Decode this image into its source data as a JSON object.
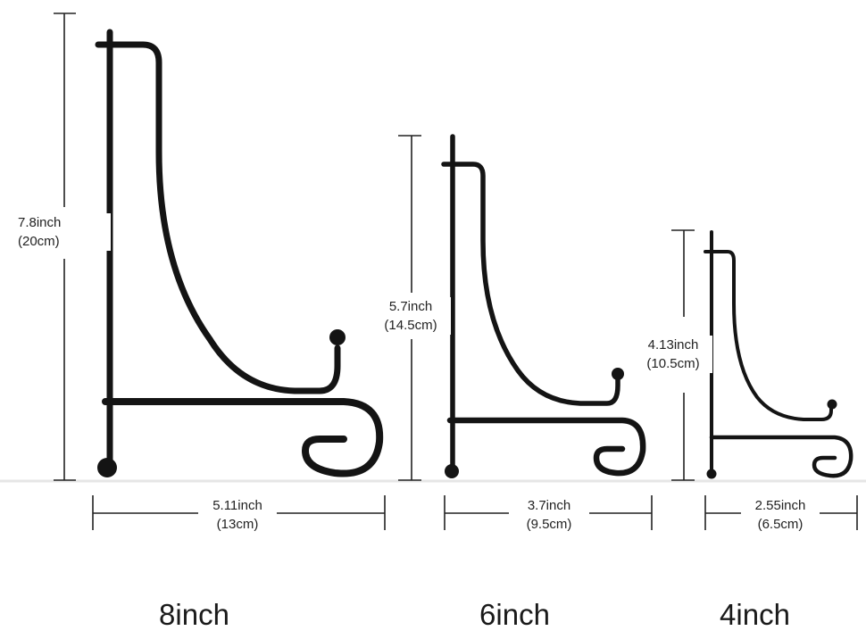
{
  "image": {
    "description": "Three black metal plate display stands in different sizes with dimension callouts",
    "background_color": "#ffffff",
    "stand_color": "#141414",
    "dimension_line_color": "#222222"
  },
  "stands": [
    {
      "size_label": "8inch",
      "height": {
        "inch": "7.8inch",
        "cm": "(20cm)"
      },
      "width": {
        "inch": "5.11inch",
        "cm": "(13cm)"
      }
    },
    {
      "size_label": "6inch",
      "height": {
        "inch": "5.7inch",
        "cm": "(14.5cm)"
      },
      "width": {
        "inch": "3.7inch",
        "cm": "(9.5cm)"
      }
    },
    {
      "size_label": "4inch",
      "height": {
        "inch": "4.13inch",
        "cm": "(10.5cm)"
      },
      "width": {
        "inch": "2.55inch",
        "cm": "(6.5cm)"
      }
    }
  ]
}
